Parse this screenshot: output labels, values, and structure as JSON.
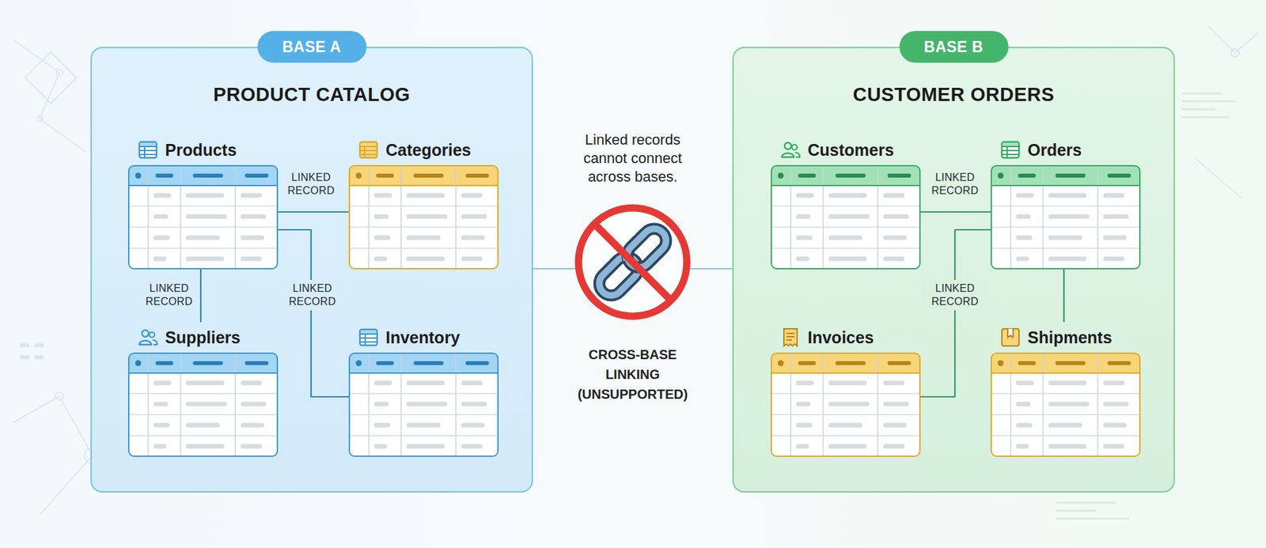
{
  "diagram": {
    "nodes": [
      {
        "text": [
          "BASE A",
          "PRODUCT CATALOG"
        ]
      },
      {
        "text": [
          "Products"
        ],
        "in": 0
      },
      {
        "text": [
          "Categories"
        ],
        "in": 0
      },
      {
        "text": [
          "Suppliers"
        ],
        "in": 0
      },
      {
        "text": [
          "Inventory"
        ],
        "in": 0
      },
      {
        "text": [
          "BASE B",
          "CUSTOMER ORDERS"
        ]
      },
      {
        "text": [
          "Customers"
        ],
        "in": 5
      },
      {
        "text": [
          "Orders"
        ],
        "in": 5
      },
      {
        "text": [
          "Invoices"
        ],
        "in": 5
      },
      {
        "text": [
          "Shipments"
        ],
        "in": 5
      }
    ],
    "edges": [
      {
        "from": 1,
        "to": 2,
        "label": "LINKED RECORD",
        "arrow": "none"
      },
      {
        "from": 1,
        "to": 3,
        "label": "LINKED RECORD",
        "arrow": "none"
      },
      {
        "from": 1,
        "to": 4,
        "label": "LINKED RECORD",
        "arrow": "none"
      },
      {
        "from": 6,
        "to": 7,
        "label": "LINKED RECORD",
        "arrow": "none"
      },
      {
        "from": 7,
        "to": 8,
        "label": "LINKED RECORD",
        "arrow": "none"
      },
      {
        "from": 7,
        "to": 9,
        "arrow": "none"
      },
      {
        "from": 0,
        "to": 5,
        "arrow": "none"
      }
    ],
    "labels": [
      "Linked records cannot connect across bases.",
      "CROSS-BASE LINKING (UNSUPPORTED)"
    ]
  }
}
